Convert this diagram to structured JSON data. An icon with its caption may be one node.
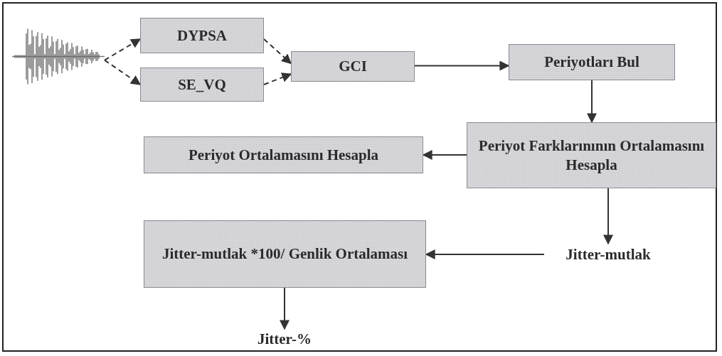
{
  "diagram": {
    "nodes": [
      {
        "text": [],
        "shape": "picture"
      },
      {
        "text": [
          "DYPSA"
        ]
      },
      {
        "text": [
          "SE_VQ"
        ]
      },
      {
        "text": [
          "GCI"
        ]
      },
      {
        "text": [
          "Periyotları Bul"
        ]
      },
      {
        "text": [
          "Periyot Farklarınının Ortalamasını Hesapla"
        ]
      },
      {
        "text": [
          "Periyot Ortalamasını Hesapla"
        ]
      },
      {
        "text": [
          "Jitter-mutlak"
        ]
      },
      {
        "text": [
          "Jitter-mutlak *100/ Genlik Ortalaması"
        ]
      },
      {
        "text": [
          "Jitter-%"
        ]
      }
    ],
    "edges": [
      {
        "from": 0,
        "to": 1,
        "arrow": "to",
        "style": "dashed"
      },
      {
        "from": 0,
        "to": 2,
        "arrow": "to",
        "style": "dashed"
      },
      {
        "from": 1,
        "to": 3,
        "arrow": "to",
        "style": "dashed"
      },
      {
        "from": 2,
        "to": 3,
        "arrow": "to",
        "style": "dashed"
      },
      {
        "from": 3,
        "to": 4,
        "arrow": "to"
      },
      {
        "from": 4,
        "to": 5,
        "arrow": "to"
      },
      {
        "from": 5,
        "to": 6,
        "arrow": "to"
      },
      {
        "from": 5,
        "to": 7,
        "arrow": "to"
      },
      {
        "from": 7,
        "to": 8,
        "arrow": "to"
      },
      {
        "from": 8,
        "to": 9,
        "arrow": "to"
      }
    ]
  }
}
